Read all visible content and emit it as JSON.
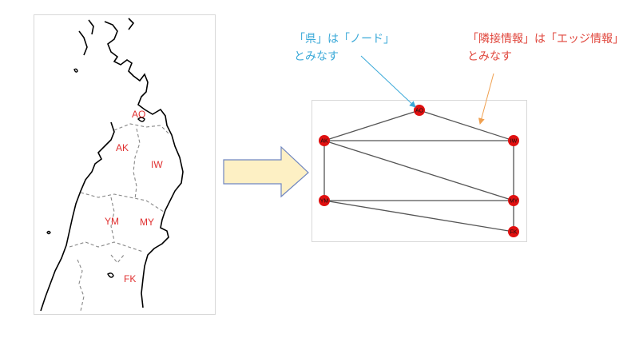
{
  "colors": {
    "region_label": "#e03030",
    "node_fill": "#e01010",
    "edge": "#555555",
    "node_note": "#3aa9d8",
    "edge_note": "#e0463c",
    "edge_note_arrow": "#f0a050",
    "block_arrow_fill": "#fdf0c4",
    "block_arrow_stroke": "#6f86c0"
  },
  "map": {
    "regions": [
      {
        "id": "AO",
        "label": "AO"
      },
      {
        "id": "AK",
        "label": "AK"
      },
      {
        "id": "IW",
        "label": "IW"
      },
      {
        "id": "YM",
        "label": "YM"
      },
      {
        "id": "MY",
        "label": "MY"
      },
      {
        "id": "FK",
        "label": "FK"
      }
    ]
  },
  "graph": {
    "nodes": [
      {
        "id": "AO",
        "label": "AO"
      },
      {
        "id": "AK",
        "label": "AK"
      },
      {
        "id": "IW",
        "label": "IW"
      },
      {
        "id": "YM",
        "label": "YM"
      },
      {
        "id": "MY",
        "label": "MY"
      },
      {
        "id": "FK",
        "label": "FK"
      }
    ],
    "edges": [
      [
        "AO",
        "AK"
      ],
      [
        "AO",
        "IW"
      ],
      [
        "AK",
        "IW"
      ],
      [
        "AK",
        "MY"
      ],
      [
        "AK",
        "YM"
      ],
      [
        "IW",
        "MY"
      ],
      [
        "YM",
        "MY"
      ],
      [
        "YM",
        "FK"
      ],
      [
        "MY",
        "FK"
      ]
    ]
  },
  "annotations": {
    "node_note": {
      "line1": "「県」は「ノード」",
      "line2": "とみなす"
    },
    "edge_note": {
      "line1": "「隣接情報」は「エッジ情報」",
      "line2": "とみなす"
    }
  }
}
